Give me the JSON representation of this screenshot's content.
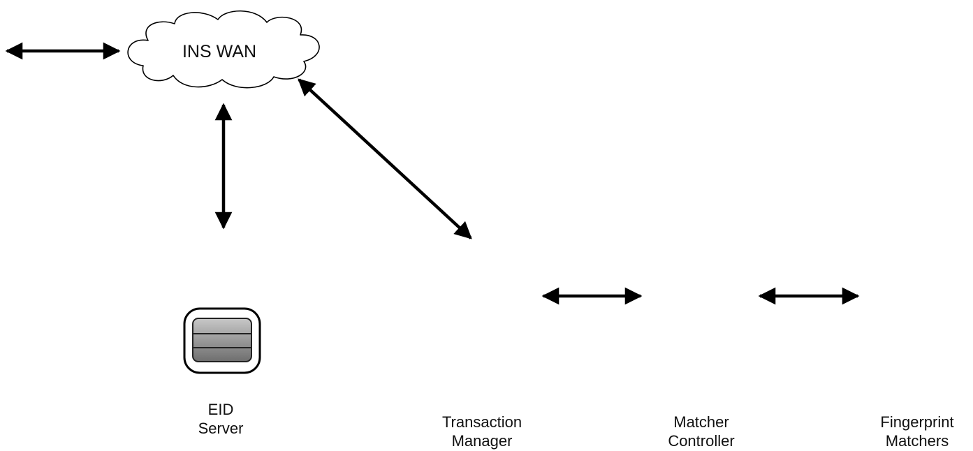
{
  "cloud": {
    "label": "INS WAN"
  },
  "servers": [
    {
      "id": "eid",
      "lines": [
        "EID",
        "Server"
      ],
      "has_database": true
    },
    {
      "id": "tm",
      "lines": [
        "Transaction",
        "Manager"
      ],
      "has_database": false
    },
    {
      "id": "mc",
      "lines": [
        "Matcher",
        "Controller"
      ],
      "has_database": false
    },
    {
      "id": "fm",
      "lines": [
        "Fingerprint",
        "Matchers"
      ],
      "has_database": false
    }
  ],
  "connections": [
    {
      "from": "external",
      "to": "INS WAN"
    },
    {
      "from": "INS WAN",
      "to": "EID Server"
    },
    {
      "from": "INS WAN",
      "to": "Transaction Manager"
    },
    {
      "from": "Transaction Manager",
      "to": "Matcher Controller"
    },
    {
      "from": "Matcher Controller",
      "to": "Fingerprint Matchers"
    }
  ],
  "colors": {
    "rack_fill": "#e2e2e2",
    "rack_stroke": "#7a7a7a",
    "rack_base": "#1a1a1a",
    "panel": "#8f8f8f",
    "display": "#3c8a7e",
    "arrow": "#000000"
  }
}
